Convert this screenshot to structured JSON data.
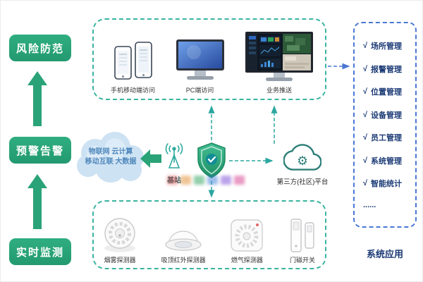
{
  "pillars": {
    "items": [
      {
        "label": "风险防范"
      },
      {
        "label": "预警告警"
      },
      {
        "label": "实时监测"
      }
    ]
  },
  "access": {
    "mobile_label": "手机移动端访问",
    "pc_label": "PC端访问",
    "push_label": "业务推送"
  },
  "cloud": {
    "line1": "物联网 云计算",
    "line2": "移动互联 大数据"
  },
  "base_station_label": "基站",
  "third_party_label": "第三方(社区)平台",
  "devices": {
    "items": [
      {
        "label": "烟雾探测器"
      },
      {
        "label": "吸顶红外探测器"
      },
      {
        "label": "燃气探测器"
      },
      {
        "label": "门磁开关"
      }
    ]
  },
  "applications": {
    "check": "√",
    "items": [
      "场所管理",
      "报警管理",
      "位置管理",
      "设备管理",
      "员工管理",
      "系统管理",
      "智能统计"
    ],
    "ellipsis": "......",
    "footer": "系统应用"
  },
  "icons": {
    "gear": "⚙"
  },
  "colors": {
    "pillar_green": "#2aa378",
    "teal_dashed": "#3ab4a0",
    "blue_dashed": "#4a77d4",
    "navy_text": "#1b3a75"
  }
}
